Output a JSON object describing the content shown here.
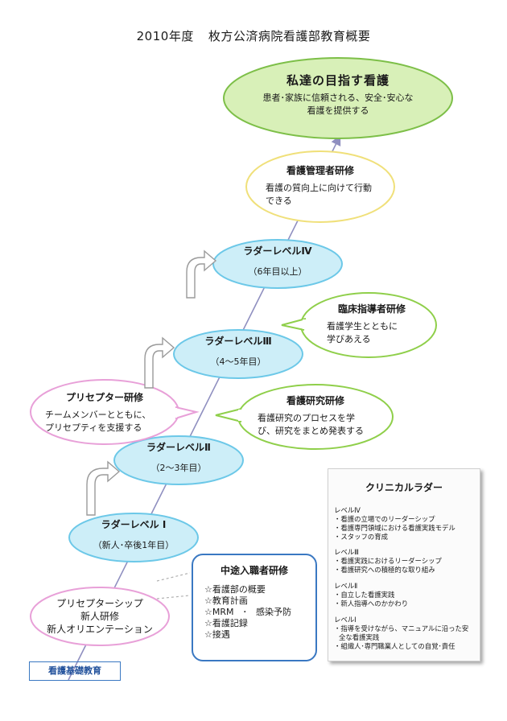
{
  "title": {
    "year": "2010年度",
    "text": "枚方公済病院看護部教育概要"
  },
  "goal": {
    "heading": "私達の目指す看護",
    "lines": [
      "患者･家族に信頼される、安全･安心な",
      "看護を提供する"
    ]
  },
  "manager": {
    "heading": "看護管理者研修",
    "lines": [
      "看護の質向上に向けて行動",
      "できる"
    ]
  },
  "ladder4": {
    "heading": "ラダーレベルⅣ",
    "sub": "（6年目以上）"
  },
  "clinical": {
    "heading": "臨床指導者研修",
    "lines": [
      "看護学生とともに",
      "学びあえる"
    ]
  },
  "ladder3": {
    "heading": "ラダーレベルⅢ",
    "sub": "（4～5年目）"
  },
  "research": {
    "heading": "看護研究研修",
    "lines": [
      "看護研究のプロセスを学",
      "び、研究をまとめ発表する"
    ]
  },
  "preceptor": {
    "heading": "プリセプター研修",
    "lines": [
      "チームメンバーとともに、",
      "プリセプティを支援する"
    ]
  },
  "ladder2": {
    "heading": "ラダーレベルⅡ",
    "sub": "（2～3年目）"
  },
  "ladder1": {
    "heading": "ラダーレベル Ⅰ",
    "sub": "（新人･卒後1年目）"
  },
  "newcomer": {
    "lines": [
      "プリセプターシップ",
      "新人研修",
      "新人オリエンテーション"
    ]
  },
  "midcareer": {
    "heading": "中途入職者研修",
    "items": [
      "☆看護部の概要",
      "☆教育計画",
      "☆MRM　･　感染予防",
      "☆看護記録",
      "☆接遇"
    ]
  },
  "clinical_ladder": {
    "heading": "クリニカルラダー",
    "sections": [
      {
        "label": "レベルⅣ",
        "items": [
          "・看護の立場でのリーダーシップ",
          "・看護専門領域における看護実践モデル",
          "・スタッフの育成"
        ]
      },
      {
        "label": "レベルⅢ",
        "items": [
          "・看護実践におけるリーダーシップ",
          "・看護研究への積極的な取り組み"
        ]
      },
      {
        "label": "レベルⅡ",
        "items": [
          "・自立した看護実践",
          "・新人指導へのかかわり"
        ]
      },
      {
        "label": "レベルⅠ",
        "items": [
          "・指導を受けながら、マニュアルに沿った安",
          "全な看護実践",
          "・組織人･専門職業人としての自覚･責任"
        ]
      }
    ]
  },
  "basic": {
    "label": "看護基礎教育"
  },
  "colors": {
    "ladder_fill": "#cdeef8",
    "ladder_stroke": "#6cc8e8",
    "goal_fill": "#d8f0b8",
    "goal_stroke": "#7dbf48",
    "manager_stroke": "#f0e07a",
    "clinical_stroke": "#8fcf4a",
    "preceptor_stroke": "#e8a0d8",
    "accent_blue": "#3a78c2"
  }
}
